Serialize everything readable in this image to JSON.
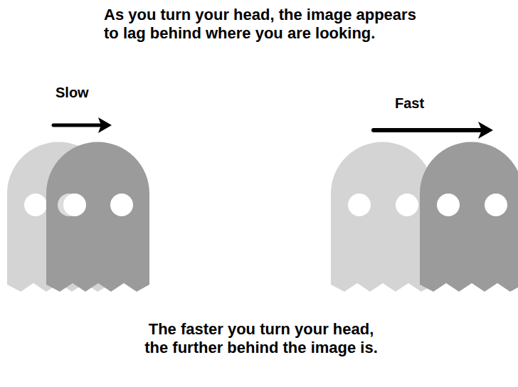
{
  "diagram": {
    "title": "As you turn your head, the image appears to lag behind where you are looking.",
    "caption": "The faster you turn your head, the further behind the image is.",
    "labels": [
      "Slow",
      "Fast"
    ]
  }
}
